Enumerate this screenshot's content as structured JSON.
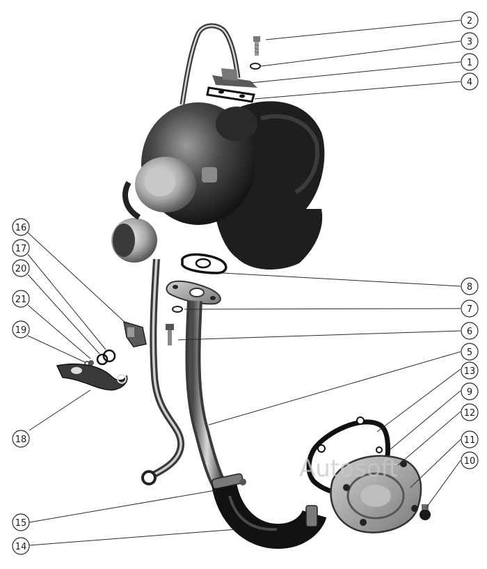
{
  "figure": {
    "watermark": "Autosoft",
    "callouts": [
      {
        "id": "2",
        "label": "2"
      },
      {
        "id": "3",
        "label": "3"
      },
      {
        "id": "1",
        "label": "1"
      },
      {
        "id": "4",
        "label": "4"
      },
      {
        "id": "16",
        "label": "16"
      },
      {
        "id": "17",
        "label": "17"
      },
      {
        "id": "20",
        "label": "20"
      },
      {
        "id": "21",
        "label": "21"
      },
      {
        "id": "19",
        "label": "19"
      },
      {
        "id": "8",
        "label": "8"
      },
      {
        "id": "7",
        "label": "7"
      },
      {
        "id": "6",
        "label": "6"
      },
      {
        "id": "5",
        "label": "5"
      },
      {
        "id": "13",
        "label": "13"
      },
      {
        "id": "9",
        "label": "9"
      },
      {
        "id": "12",
        "label": "12"
      },
      {
        "id": "11",
        "label": "11"
      },
      {
        "id": "10",
        "label": "10"
      },
      {
        "id": "18",
        "label": "18"
      },
      {
        "id": "15",
        "label": "15"
      },
      {
        "id": "14",
        "label": "14"
      }
    ]
  }
}
